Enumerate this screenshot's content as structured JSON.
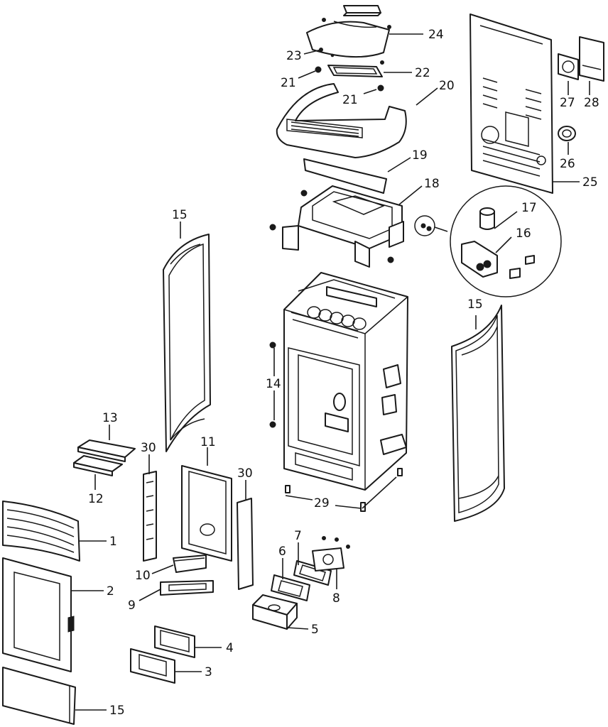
{
  "labels": {
    "p1": "1",
    "p2": "2",
    "p3": "3",
    "p4": "4",
    "p5": "5",
    "p6": "6",
    "p7": "7",
    "p8": "8",
    "p9": "9",
    "p10": "10",
    "p11": "11",
    "p12": "12",
    "p13": "13",
    "p14": "14",
    "p15a": "15",
    "p15b": "15",
    "p15c": "15",
    "p16": "16",
    "p17": "17",
    "p18": "18",
    "p19": "19",
    "p20": "20",
    "p21a": "21",
    "p21b": "21",
    "p22": "22",
    "p23": "23",
    "p24": "24",
    "p25": "25",
    "p26": "26",
    "p27": "27",
    "p28": "28",
    "p29": "29",
    "p30a": "30",
    "p30b": "30"
  }
}
